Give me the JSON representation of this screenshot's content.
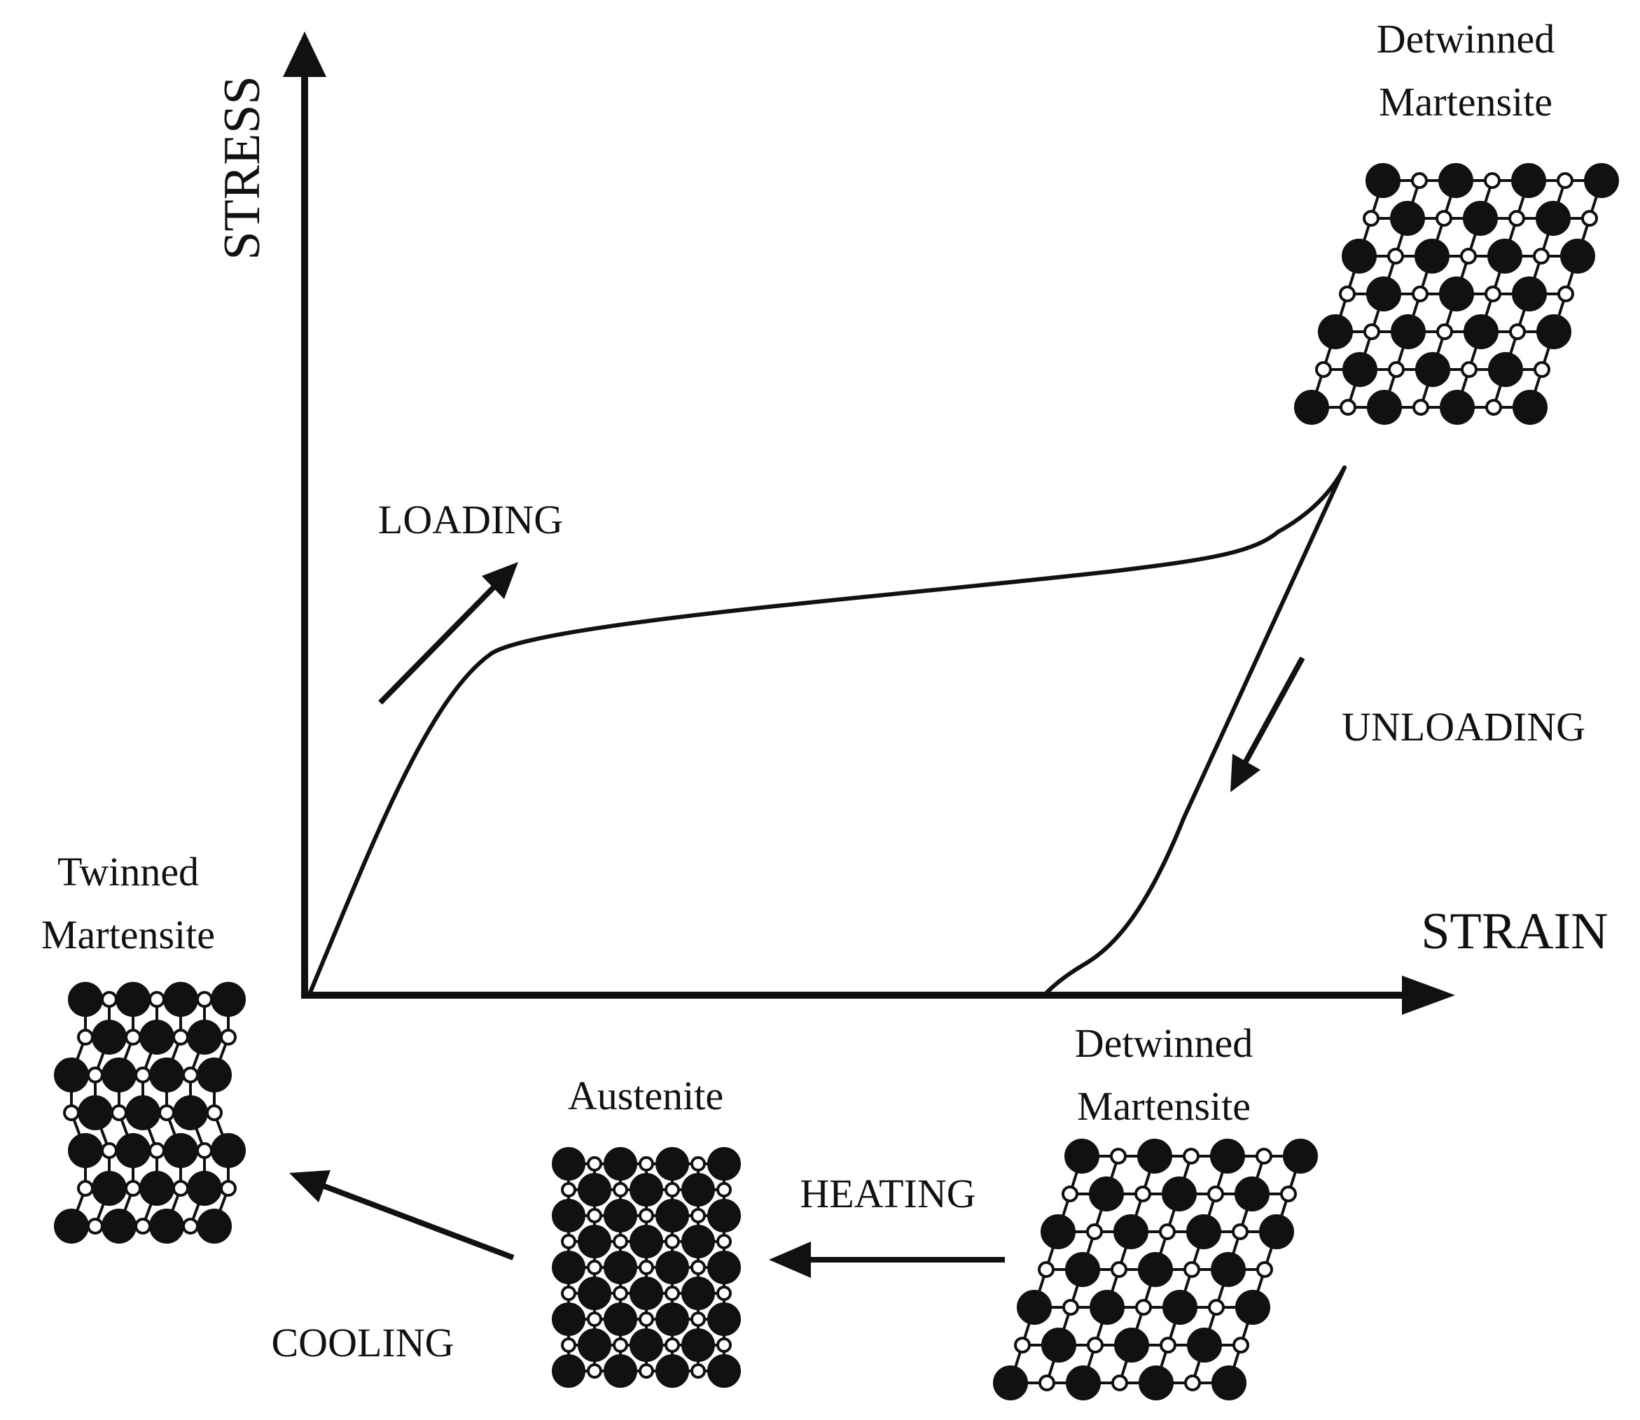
{
  "colors": {
    "ink": "#111111",
    "background": "#ffffff"
  },
  "axes": {
    "y_label": "STRESS",
    "x_label": "STRAIN"
  },
  "process": {
    "loading": "LOADING",
    "unloading": "UNLOADING",
    "heating": "HEATING",
    "cooling": "COOLING"
  },
  "phases": {
    "detwinned_top": [
      "Detwinned",
      "Martensite"
    ],
    "twinned": [
      "Twinned",
      "Martensite"
    ],
    "austenite": "Austenite",
    "detwinned_bottom": [
      "Detwinned",
      "Martensite"
    ]
  }
}
